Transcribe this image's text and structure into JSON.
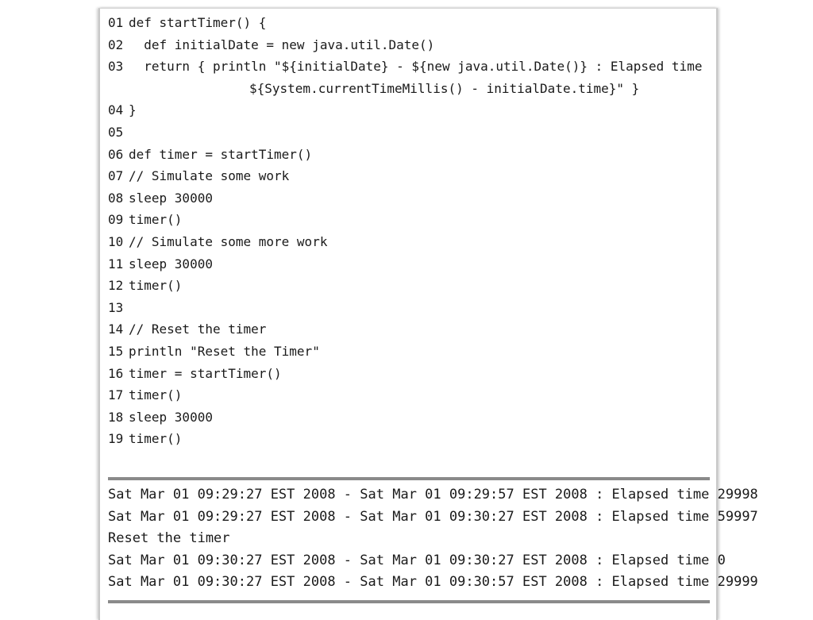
{
  "code": [
    {
      "num": "01",
      "text": "def startTimer() {"
    },
    {
      "num": "02",
      "text": "  def initialDate = new java.util.Date()"
    },
    {
      "num": "03",
      "text": "  return { println \"${initialDate} - ${new java.util.Date()} : Elapsed time"
    },
    {
      "num": "",
      "text": "${System.currentTimeMillis() - initialDate.time}\" }"
    },
    {
      "num": "04",
      "text": "}"
    },
    {
      "num": "05",
      "text": ""
    },
    {
      "num": "06",
      "text": "def timer = startTimer()"
    },
    {
      "num": "07",
      "text": "// Simulate some work"
    },
    {
      "num": "08",
      "text": "sleep 30000"
    },
    {
      "num": "09",
      "text": "timer()"
    },
    {
      "num": "10",
      "text": "// Simulate some more work"
    },
    {
      "num": "11",
      "text": "sleep 30000"
    },
    {
      "num": "12",
      "text": "timer()"
    },
    {
      "num": "13",
      "text": ""
    },
    {
      "num": "14",
      "text": "// Reset the timer"
    },
    {
      "num": "15",
      "text": "println \"Reset the Timer\""
    },
    {
      "num": "16",
      "text": "timer = startTimer()"
    },
    {
      "num": "17",
      "text": "timer()"
    },
    {
      "num": "18",
      "text": "sleep 30000"
    },
    {
      "num": "19",
      "text": "timer()"
    }
  ],
  "output": [
    "Sat Mar 01 09:29:27 EST 2008 - Sat Mar 01 09:29:57 EST 2008 : Elapsed time 29998",
    "Sat Mar 01 09:29:27 EST 2008 - Sat Mar 01 09:30:27 EST 2008 : Elapsed time 59997",
    "Reset the timer",
    "Sat Mar 01 09:30:27 EST 2008 - Sat Mar 01 09:30:27 EST 2008 : Elapsed time 0",
    "Sat Mar 01 09:30:27 EST 2008 - Sat Mar 01 09:30:57 EST 2008 : Elapsed time 29999"
  ]
}
